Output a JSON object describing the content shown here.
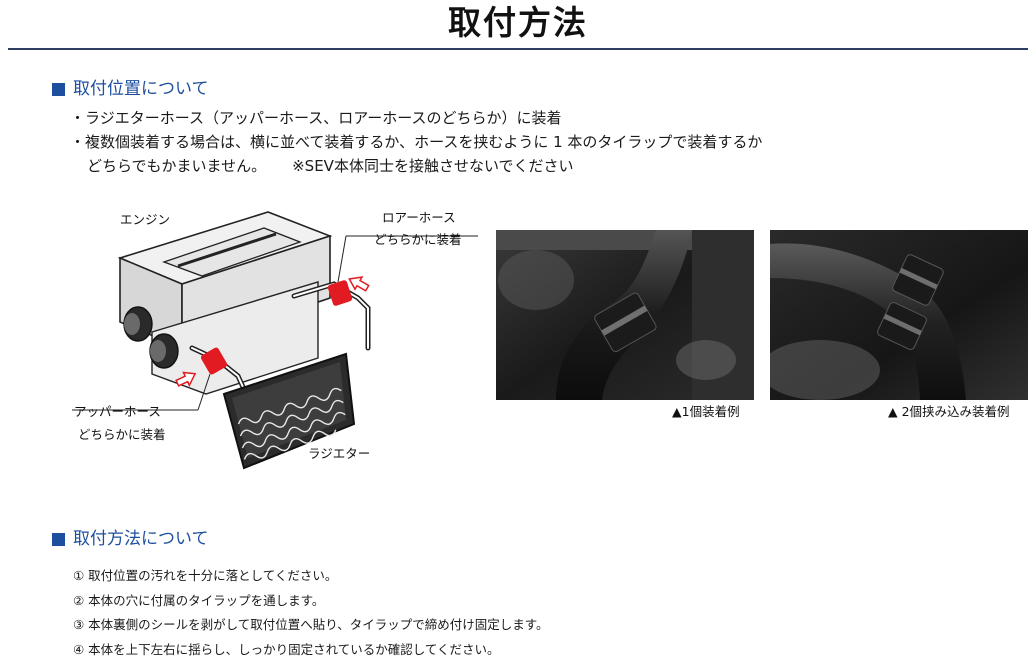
{
  "page": {
    "title": "取付方法"
  },
  "section1": {
    "heading": "取付位置について",
    "bullets": [
      "・ラジエターホース（アッパーホース、ロアーホースのどちらか）に装着",
      "・複数個装着する場合は、横に並べて装着するか、ホースを挟むように 1 本のタイラップで装着するか"
    ],
    "continuation": "どちらでもかまいません。",
    "note": "※SEV本体同士を接触させないでください"
  },
  "diagram": {
    "engine_label": "エンジン",
    "lower_hose_label": "ロアーホース",
    "lower_hose_sub": "どちらかに装着",
    "upper_hose_label": "アッパーホース",
    "upper_hose_sub": "どちらかに装着",
    "radiator_label": "ラジエター",
    "colors": {
      "sev_red": "#e21b22",
      "arrow_fill": "#ffffff",
      "line": "#222222"
    }
  },
  "photos": [
    {
      "caption": "▲1個装着例"
    },
    {
      "caption": "▲ 2個挟み込み装着例"
    }
  ],
  "section2": {
    "heading": "取付方法について",
    "steps": [
      "① 取付位置の汚れを十分に落としてください。",
      "② 本体の穴に付属のタイラップを通します。",
      "③ 本体裏側のシールを剥がして取付位置へ貼り、タイラップで締め付け固定します。",
      "④ 本体を上下左右に揺らし、しっかり固定されているか確認してください。"
    ]
  },
  "colors": {
    "heading_blue": "#1d4f9e",
    "title_rule": "#2e3e63"
  }
}
